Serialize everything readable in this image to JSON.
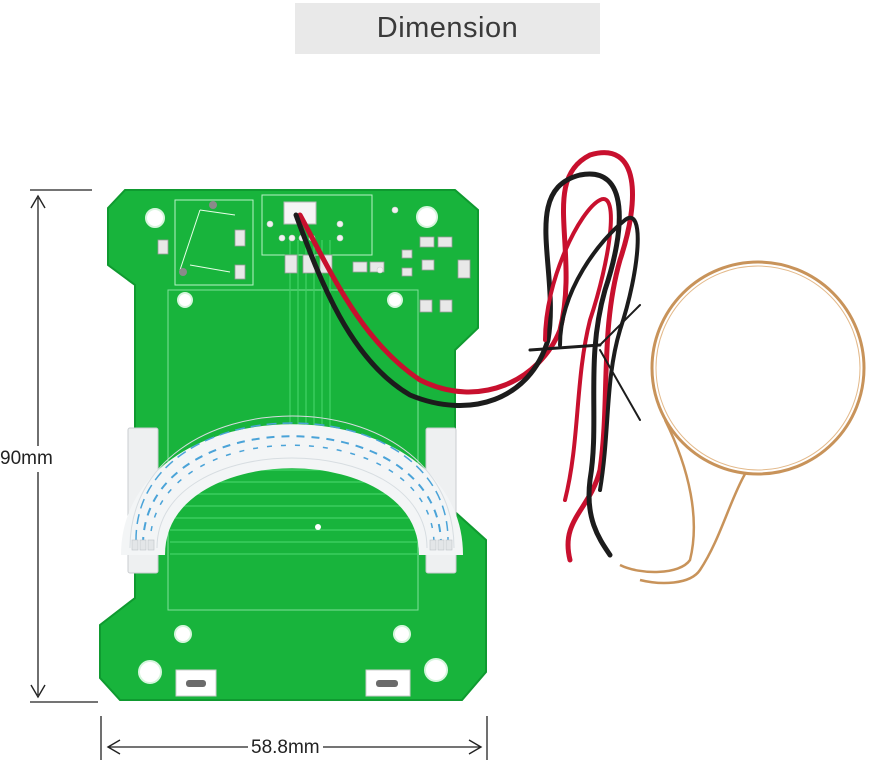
{
  "header": {
    "title": "Dimension"
  },
  "dimensions": {
    "height_label": "90mm",
    "width_label": "58.8mm"
  },
  "colors": {
    "pcb_green": "#18b43c",
    "pcb_dark": "#0f9a30",
    "ribbon_white": "#f1f3f4",
    "ribbon_blue": "#4aa3d8",
    "wire_red": "#c8102e",
    "wire_black": "#1c1c1c",
    "coil_copper": "#c8935a"
  }
}
